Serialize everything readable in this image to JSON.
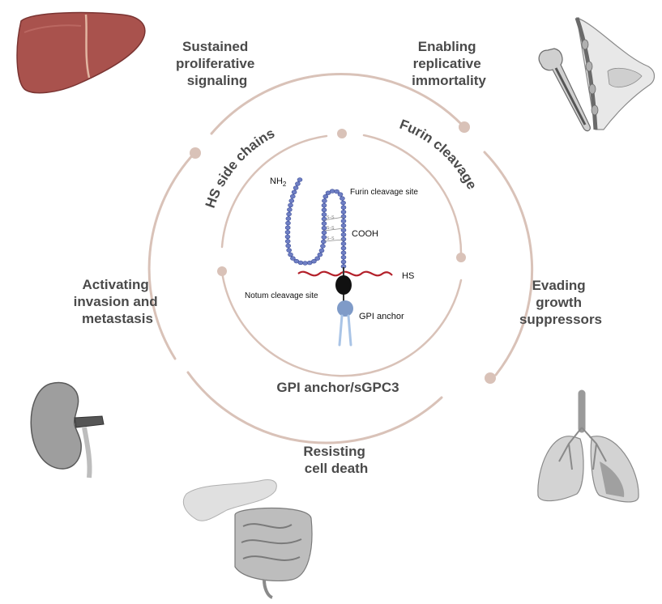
{
  "hallmarks": {
    "proliferative": [
      "Sustained",
      "proliferative",
      "signaling"
    ],
    "immortality": [
      "Enabling",
      "replicative",
      "immortality"
    ],
    "suppressors": [
      "Evading",
      "growth",
      "suppressors"
    ],
    "death": [
      "Resisting",
      "cell death"
    ],
    "invasion": [
      "Activating",
      "invasion and",
      "metastasis"
    ]
  },
  "inner_labels": {
    "hs_side_chains": "HS side chains",
    "furin_cleavage": "Furin cleavage",
    "gpi_soluble": "GPI anchor/sGPC3"
  },
  "molecule_labels": {
    "nh2_main": "NH",
    "nh2_sub": "2",
    "furin_site": "Furin cleavage site",
    "cooh": "COOH",
    "hs": "HS",
    "notum_site": "Notum cleavage site",
    "gpi_anchor": "GPI anchor",
    "disulfide": "S–S"
  },
  "organs": [
    "liver-icon",
    "breast-bone-icon",
    "lung-icon",
    "intestine-pancreas-icon",
    "kidney-icon"
  ],
  "colors": {
    "ring": "#d9c2b8",
    "text": "#4a4a4a",
    "chain": "#6f7fc4",
    "hs_chain": "#b3202a",
    "gpi": "#7f9bc8",
    "liver": "#a9524d",
    "organ_gray": "#9a9a9a"
  }
}
